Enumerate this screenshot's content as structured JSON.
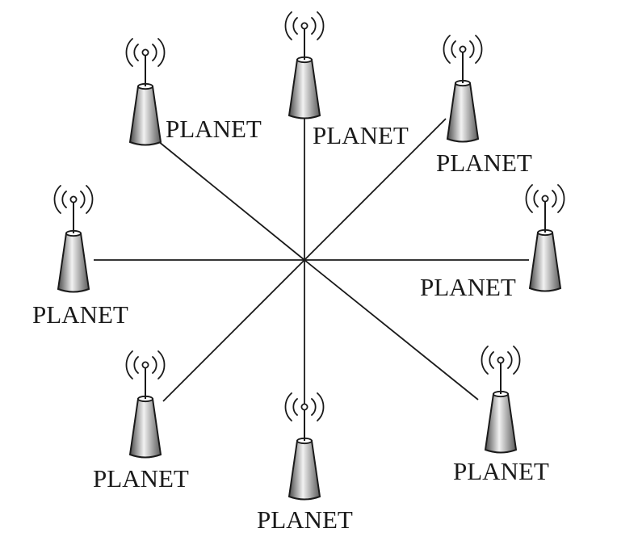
{
  "stations": [
    {
      "id": "top",
      "label": "PLANET"
    },
    {
      "id": "top-right",
      "label": "PLANET"
    },
    {
      "id": "right",
      "label": "PLANET"
    },
    {
      "id": "bottom-right",
      "label": "PLANET"
    },
    {
      "id": "bottom",
      "label": "PLANET"
    },
    {
      "id": "bottom-left",
      "label": "PLANET"
    },
    {
      "id": "left",
      "label": "PLANET"
    },
    {
      "id": "top-left",
      "label": "PLANET"
    }
  ],
  "colors": {
    "line": "#1a1a1a",
    "tower_dark": "#4a4a4a",
    "tower_light": "#f2f2f2"
  },
  "icons": {
    "tower": "antenna-tower-icon",
    "signal": "signal-waves-icon"
  }
}
